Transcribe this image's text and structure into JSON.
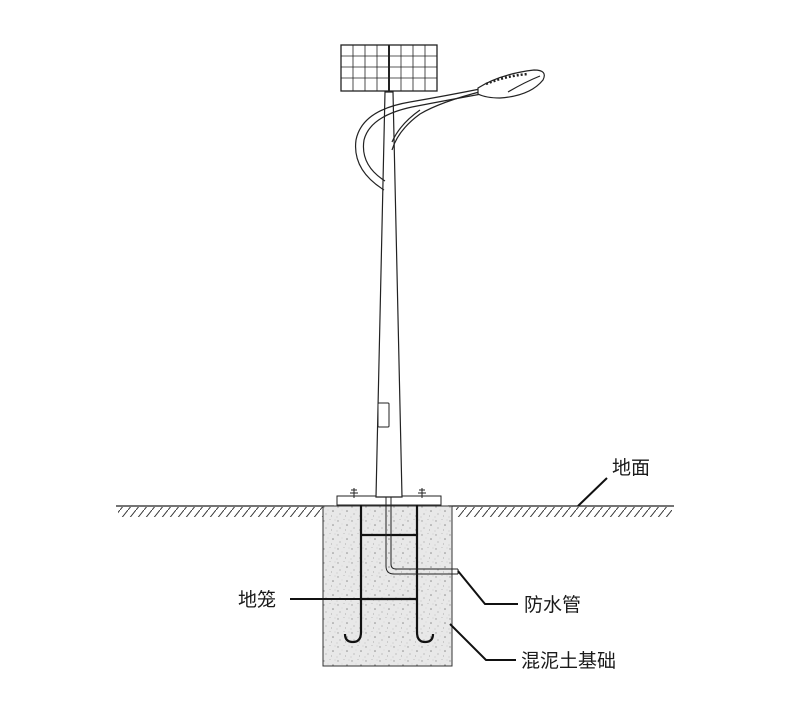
{
  "labels": {
    "ground": "地面",
    "cage": "地笼",
    "conduit": "防水管",
    "foundation": "混泥土基础"
  },
  "colors": {
    "line": "#222222",
    "concrete": "#e6e6e6",
    "background": "#ffffff"
  },
  "icons": {
    "solar_panel": "solar-panel-icon",
    "lamp_head": "street-lamp-head-icon"
  }
}
